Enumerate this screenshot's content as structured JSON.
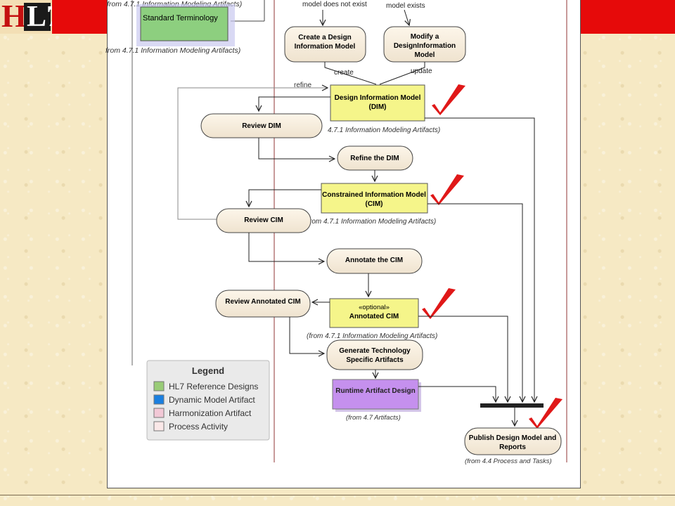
{
  "slide": {
    "colors": {
      "band": "#e60a0a",
      "check": "#e01818"
    }
  },
  "diagram": {
    "from_471": "(from 4.7.1 Information Modeling Artifacts)",
    "from_471_cut": "4.7.1 Information Modeling Artifacts)",
    "from_471_cut2": "rom 4.7.1 Information Modeling Artifacts)",
    "from_471_top": "from 4.7.1 Information Modeling Artifacts)",
    "from_471_left": "from 4.7.1 Information Modeling Artifacts)",
    "standard_terminology": "Standard Terminology",
    "model_not_exist": "model does not exist",
    "model_exists": "model exists",
    "create_dim_l1": "Create a Design",
    "create_dim_l2": "Information Model",
    "modify_dim_l1": "Modify a",
    "modify_dim_l2": "DesignInformation",
    "modify_dim_l3": "Model",
    "create_label": "create",
    "update_label": "update",
    "refine_label": "refine",
    "dim_l1": "Design Information Model",
    "dim_l2": "(DIM)",
    "review_dim": "Review DIM",
    "refine_dim": "Refine the DIM",
    "cim_l1": "Constrained Information Model",
    "cim_l2": "(CIM)",
    "review_cim": "Review CIM",
    "annotate_cim": "Annotate the CIM",
    "review_annotated_cim": "Review Annotated CIM",
    "optional": "«optional»",
    "annotated_cim": "Annotated CIM",
    "gen_l1": "Generate Technology",
    "gen_l2": "Specific Artifacts",
    "runtime": "Runtime Artifact Design",
    "from_47": "(from 4.7 Artifacts)",
    "publish_l1": "Publish Design Model and",
    "publish_l2": "Reports",
    "from_44": "(from 4.4 Process and Tasks)"
  },
  "legend": {
    "title": "Legend",
    "items": [
      {
        "label": "HL7 Reference Designs",
        "color": "#99cc77"
      },
      {
        "label": "Dynamic Model Artifact",
        "color": "#1a7fe0"
      },
      {
        "label": "Harmonization Artifact",
        "color": "#f2c8d6"
      },
      {
        "label": "Process Activity",
        "color": "#fae8e8"
      }
    ]
  }
}
